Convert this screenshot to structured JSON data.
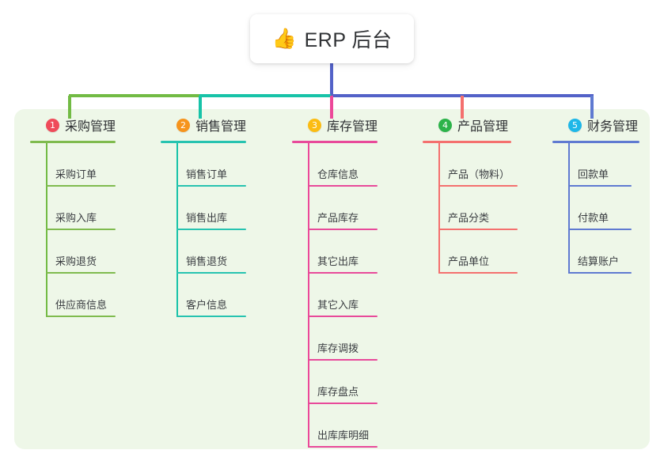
{
  "diagram": {
    "type": "mind-map",
    "root": {
      "icon": "thumbs-up-icon",
      "icon_glyph": "👍",
      "label": "ERP 后台"
    },
    "canvas": {
      "background": "#eef7e8",
      "page_background": "#ffffff"
    },
    "trunk_colors": {
      "segment_green": "#72bb44",
      "segment_teal": "#17c3a8",
      "segment_blue": "#5362c8"
    },
    "branches": [
      {
        "index": "1",
        "title": "采购管理",
        "badge_color": "#ef4b5a",
        "line_color": "#7fbb4e",
        "drop_color": "#72bb44",
        "items": [
          "采购订单",
          "采购入库",
          "采购退货",
          "供应商信息"
        ]
      },
      {
        "index": "2",
        "title": "销售管理",
        "badge_color": "#f6941d",
        "line_color": "#27c3b0",
        "drop_color": "#17c3a8",
        "items": [
          "销售订单",
          "销售出库",
          "销售退货",
          "客户信息"
        ]
      },
      {
        "index": "3",
        "title": "库存管理",
        "badge_color": "#fbbc12",
        "line_color": "#e84a9a",
        "drop_color": "#ec4899",
        "items": [
          "仓库信息",
          "产品库存",
          "其它出库",
          "其它入库",
          "库存调拨",
          "库存盘点",
          "出库库明细"
        ]
      },
      {
        "index": "4",
        "title": "产品管理",
        "badge_color": "#2cb34a",
        "line_color": "#f4706e",
        "drop_color": "#f4706e",
        "items": [
          "产品（物料）",
          "产品分类",
          "产品单位"
        ]
      },
      {
        "index": "5",
        "title": "财务管理",
        "badge_color": "#1eb7e8",
        "line_color": "#5f7ad1",
        "drop_color": "#5f7ad1",
        "items": [
          "回款单",
          "付款单",
          "结算账户"
        ]
      }
    ]
  }
}
